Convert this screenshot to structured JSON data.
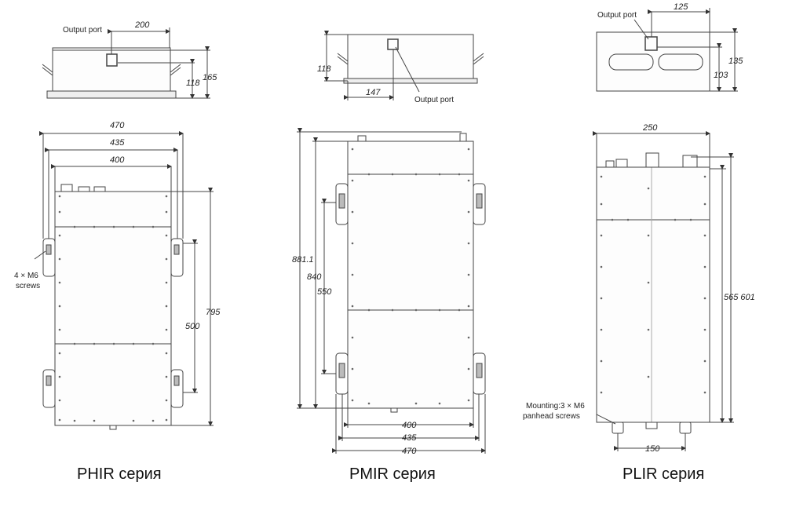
{
  "captions": {
    "phir": "PHIR серия",
    "pmir": "PMIR серия",
    "plir": "PLIR серия"
  },
  "phir": {
    "output_port": "Output port",
    "dim_top_width": "200",
    "dim_top_h1": "118",
    "dim_top_h2": "165",
    "dim_w470": "470",
    "dim_w435": "435",
    "dim_w400": "400",
    "screws_line1": "4 × M6",
    "screws_line2": "screws",
    "dim_h500": "500",
    "dim_h795": "795"
  },
  "pmir": {
    "output_port": "Output port",
    "dim_top_h": "118",
    "dim_top_w": "147",
    "dim_h881": "881.1",
    "dim_h840": "840",
    "dim_h550": "550",
    "dim_w400": "400",
    "dim_w435": "435",
    "dim_w470": "470"
  },
  "plir": {
    "output_port": "Output port",
    "dim_top_w": "125",
    "dim_top_h1": "135",
    "dim_top_h2": "103",
    "dim_w250": "250",
    "dim_h565_601": "565 601",
    "mounting_line1": "Mounting:3 × M6",
    "mounting_line2": "panhead screws",
    "dim_w150": "150"
  }
}
